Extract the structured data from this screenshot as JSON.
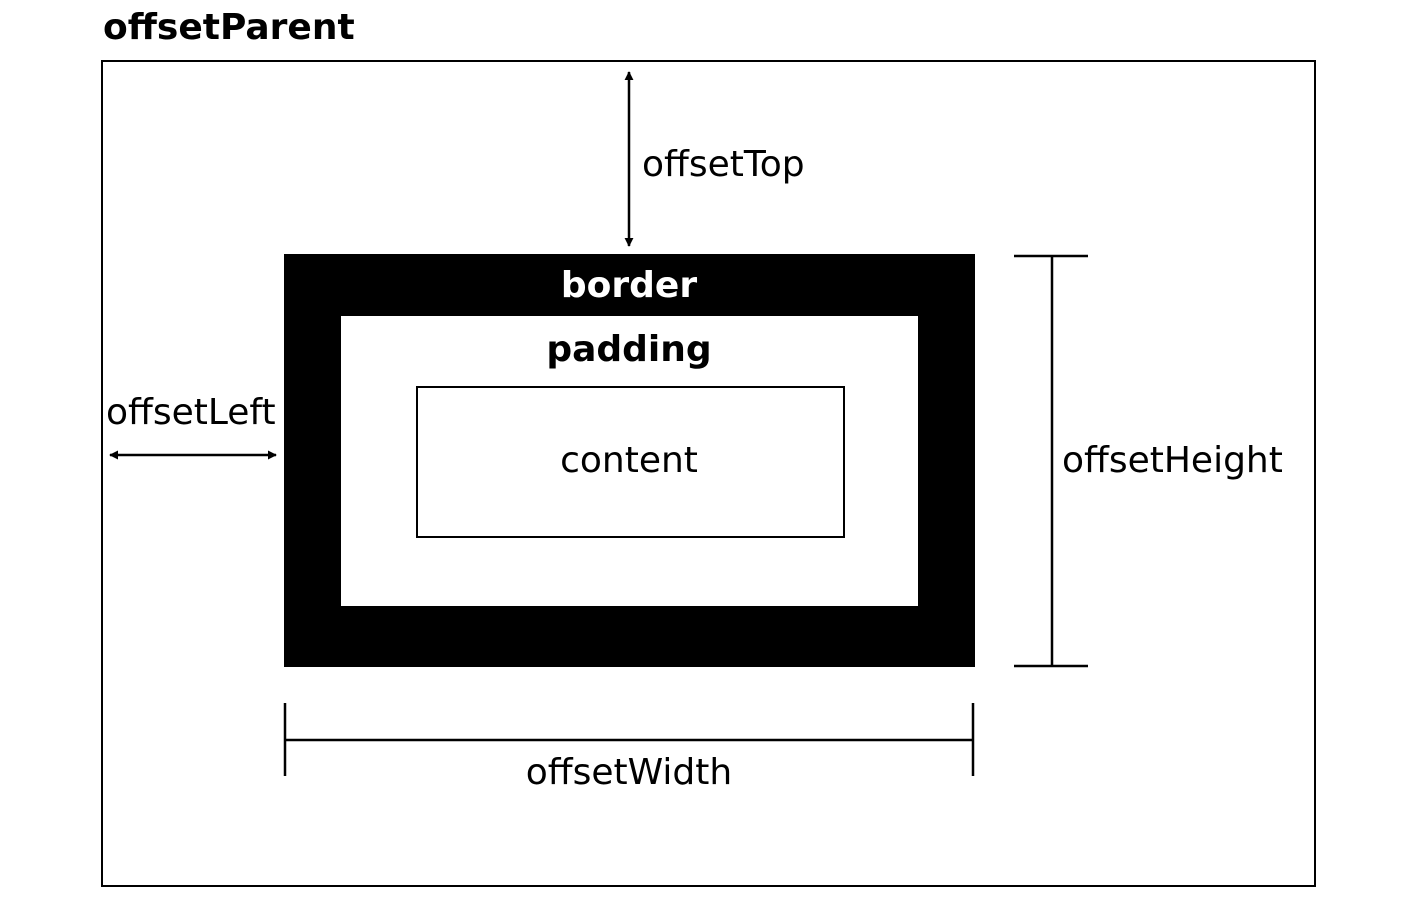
{
  "labels": {
    "offset_parent": "offsetParent",
    "border": "border",
    "padding": "padding",
    "content": "content",
    "offset_top": "offsetTop",
    "offset_left": "offsetLeft",
    "offset_height": "offsetHeight",
    "offset_width": "offsetWidth"
  },
  "colors": {
    "ink": "#000000",
    "background": "#ffffff"
  }
}
